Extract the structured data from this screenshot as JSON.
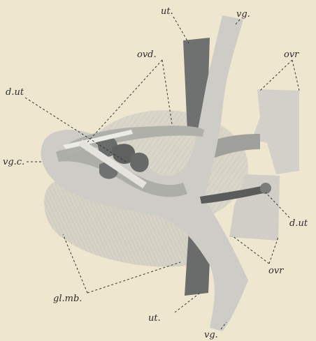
{
  "labels": {
    "ut_top": "ut.",
    "vg_top": "vg.",
    "ovd": "ovd.",
    "ovr_top": "ovr",
    "d_ut_left": "d.ut",
    "vg_c": "vg.c.",
    "d_ut_right": "d.ut",
    "ovr_bottom": "ovr",
    "gl_mb": "gl.mb.",
    "ut_bottom": "ut.",
    "vg_bottom": "vg."
  },
  "colors": {
    "paper": "#efe6cf",
    "pale_tissue": "#d8d3c6",
    "mid_gray": "#a9a9a3",
    "dark_gray": "#6f7170",
    "duct_dark": "#5a5c5b",
    "ink": "#2b2b2b"
  }
}
